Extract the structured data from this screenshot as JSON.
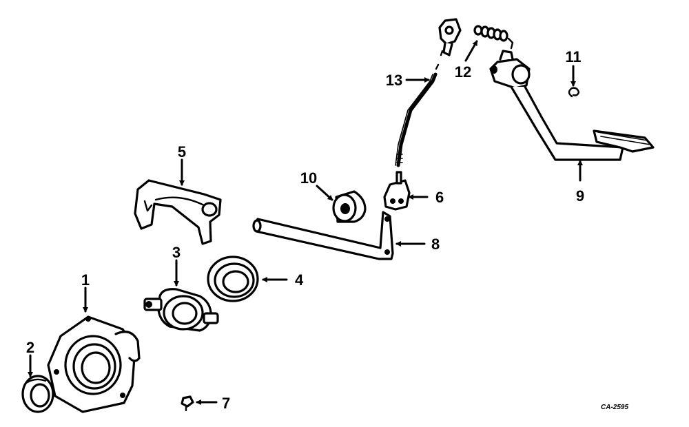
{
  "callouts": [
    {
      "key": "p1",
      "label": "1"
    },
    {
      "key": "p2",
      "label": "2"
    },
    {
      "key": "p3",
      "label": "3"
    },
    {
      "key": "p4",
      "label": "4"
    },
    {
      "key": "p5",
      "label": "5"
    },
    {
      "key": "p6",
      "label": "6"
    },
    {
      "key": "p7",
      "label": "7"
    },
    {
      "key": "p8",
      "label": "8"
    },
    {
      "key": "p9",
      "label": "9"
    },
    {
      "key": "p10",
      "label": "10"
    },
    {
      "key": "p11",
      "label": "11"
    },
    {
      "key": "p12",
      "label": "12"
    },
    {
      "key": "p13",
      "label": "13"
    }
  ],
  "figure_code": "CA-2595"
}
